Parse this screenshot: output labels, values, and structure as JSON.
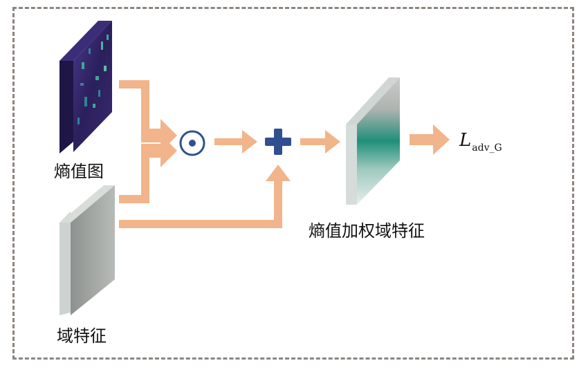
{
  "labels": {
    "entropy_map": "熵值图",
    "domain_feature": "域特征",
    "weighted_domain_feature": "熵值加权域特征"
  },
  "output": {
    "symbol": "L",
    "subscript": "adv_G"
  },
  "operators": {
    "elementwise_product": "⊙",
    "addition": "+"
  },
  "colors": {
    "arrow": "#f2b48a",
    "operator": "#2f4f8f",
    "frame_border": "#8c8480",
    "entropy_map_base": "#2b1f5c",
    "entropy_map_highlight": "#3fb59a",
    "domain_feature": "#a9aeab",
    "weighted_feature_band": "#1f8f7a"
  }
}
